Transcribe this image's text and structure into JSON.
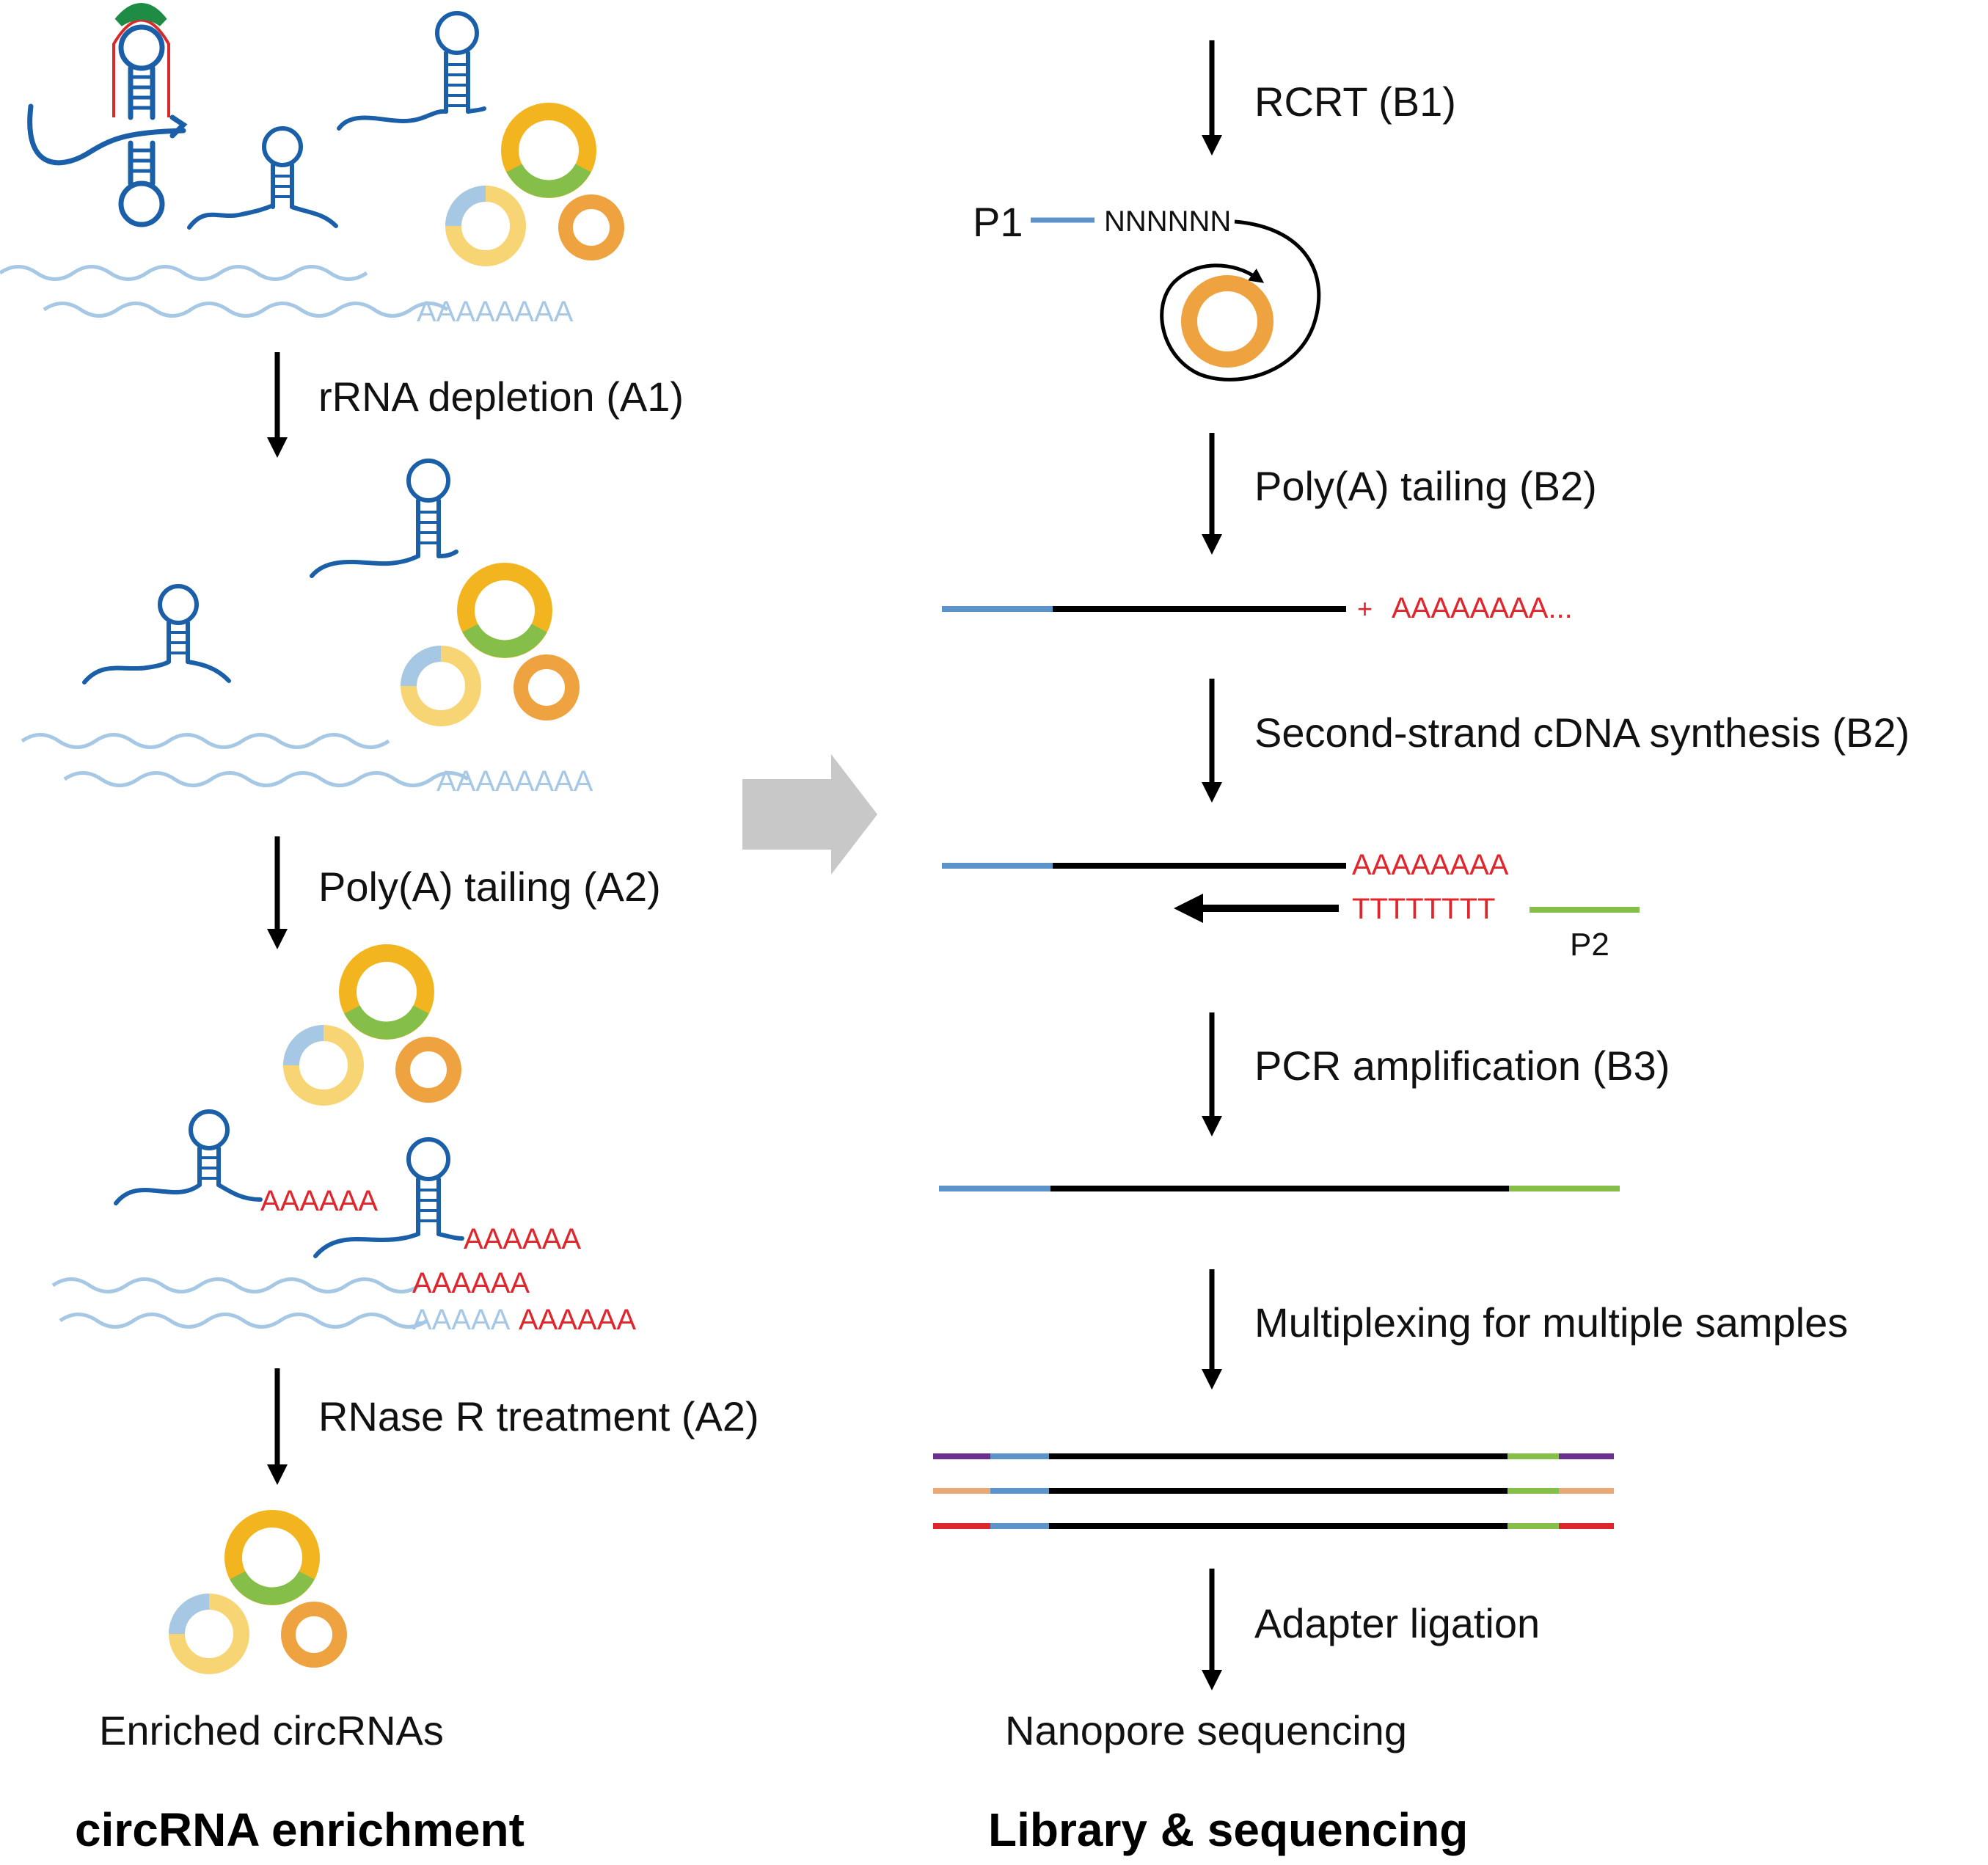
{
  "left_panel": {
    "steps": [
      "rRNA depletion (A1)",
      "Poly(A) tailing (A2)",
      "RNase R treatment (A2)"
    ],
    "polyA_seq": "AAAAAAAA",
    "polyA_added": "AAAAAA",
    "polyA_original": "AAAAA",
    "result_label": "Enriched circRNAs",
    "section_title": "circRNA enrichment"
  },
  "right_panel": {
    "steps": [
      "RCRT (B1)",
      "Poly(A) tailing (B2)",
      "Second-strand cDNA synthesis (B2)",
      "PCR amplification (B3)",
      "Multiplexing for multiple samples",
      "Adapter ligation"
    ],
    "primer1": "P1",
    "random_primer": "NNNNNN",
    "plus_sign": "+",
    "polyA_tail": "AAAAAAAA...",
    "polyA_strand": "AAAAAAAA",
    "polyT_strand": "TTTTTTTT",
    "primer2": "P2",
    "result_label": "Nanopore sequencing",
    "section_title": "Library & sequencing"
  },
  "colors": {
    "rna_blue": "#1a5fa8",
    "linear_rna": "#a6c8e4",
    "polyA_red": "#e0262d",
    "circ_yellow": "#f2b51f",
    "circ_green": "#85bf4a",
    "circ_orange": "#eea340",
    "circ_lightblue": "#a6c8e4",
    "circ_lightyellow": "#f8d574",
    "primer_blue": "#5c94c9",
    "primer_green": "#85bf4a",
    "barcode_purple": "#6a2f8f",
    "barcode_tan": "#e7a978",
    "barcode_red": "#e0262d",
    "probe_red": "#d82a2a",
    "probe_green": "#1f8c45",
    "arrow_grey": "#c8c8c8"
  }
}
